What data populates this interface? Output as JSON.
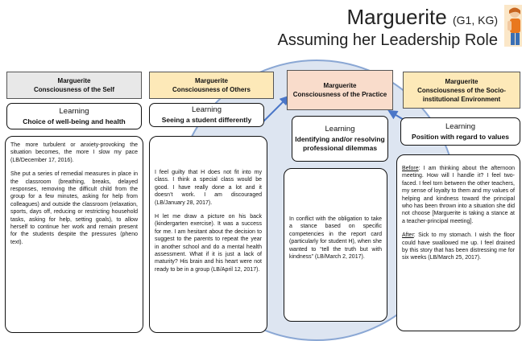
{
  "title": {
    "name": "Marguerite",
    "detail": "(G1, KG)",
    "subtitle": "Assuming her Leadership Role"
  },
  "colors": {
    "self": "#e8e8e8",
    "others": "#fde9b8",
    "practice": "#f9dccb",
    "socio": "#fde9b8",
    "circle": "#dde5f1",
    "arrow": "#4a76c8"
  },
  "icons": {
    "avatar": "person-illustration-icon"
  },
  "columns": [
    {
      "header_line1": "Marguerite",
      "header_line2": "Consciousness of the Self",
      "learning_label": "Learning",
      "learning_text": "Choice of well-being and health",
      "paragraphs": [
        "The more turbulent or anxiety-provoking the situation becomes, the more I slow my pace (LB/December 17, 2016).",
        "She put a series of remedial measures in place in the classroom (breathing, breaks, delayed responses, removing the difficult child from the group for a few minutes, asking for help from colleagues) and outside the classroom (relaxation, sports, days off, reducing or restricting household tasks, asking for help, setting goals), to allow herself to continue her work and remain present for the students despite the pressures (pheno text)."
      ]
    },
    {
      "header_line1": "Marguerite",
      "header_line2": "Consciousness of Others",
      "learning_label": "Learning",
      "learning_text": "Seeing a student differently",
      "paragraphs": [
        "I feel guilty that H does not fit into my class. I think a special class would be good. I have really done a lot and it doesn’t work. I am discouraged (LB/January 28, 2017).",
        "H let me draw a picture on his back (kindergarten exercise). It was a success for me. I am hesitant about the decision to suggest to the parents to repeat the year in another school and do a mental health assessment. What if it is just a lack of maturity? His brain and his heart were not ready to be in a group (LB/April 12, 2017)."
      ]
    },
    {
      "header_line1": "Marguerite",
      "header_line2": "Consciousness of the Practice",
      "learning_label": "Learning",
      "learning_text": "Identifying and/or resolving professional dilemmas",
      "paragraphs": [
        "In conflict with the obligation to take a stance based on specific competencies in the report card (particularly for student H), when she wanted to “tell the truth but with kindness” (LB/March 2, 2017)."
      ]
    },
    {
      "header_line1": "Marguerite",
      "header_line2": "Consciousness of the Socio-institutional Environment",
      "learning_label": "Learning",
      "learning_text": "Position with regard to values",
      "before_label": "Before",
      "before_text": ": I am thinking about the afternoon meeting. How will I handle it? I feel two-faced. I feel torn between the other teachers, my sense of loyalty to them and my values of helping and kindness toward the principal who has been thrown into a situation she did not choose [Marguerite is taking a stance at a teacher-principal meeting].",
      "after_label": "After",
      "after_text": ": Sick to my stomach. I wish the floor could have swallowed me up. I feel drained by this story that has been distressing me for six weeks (LB/March 25, 2017)."
    }
  ]
}
